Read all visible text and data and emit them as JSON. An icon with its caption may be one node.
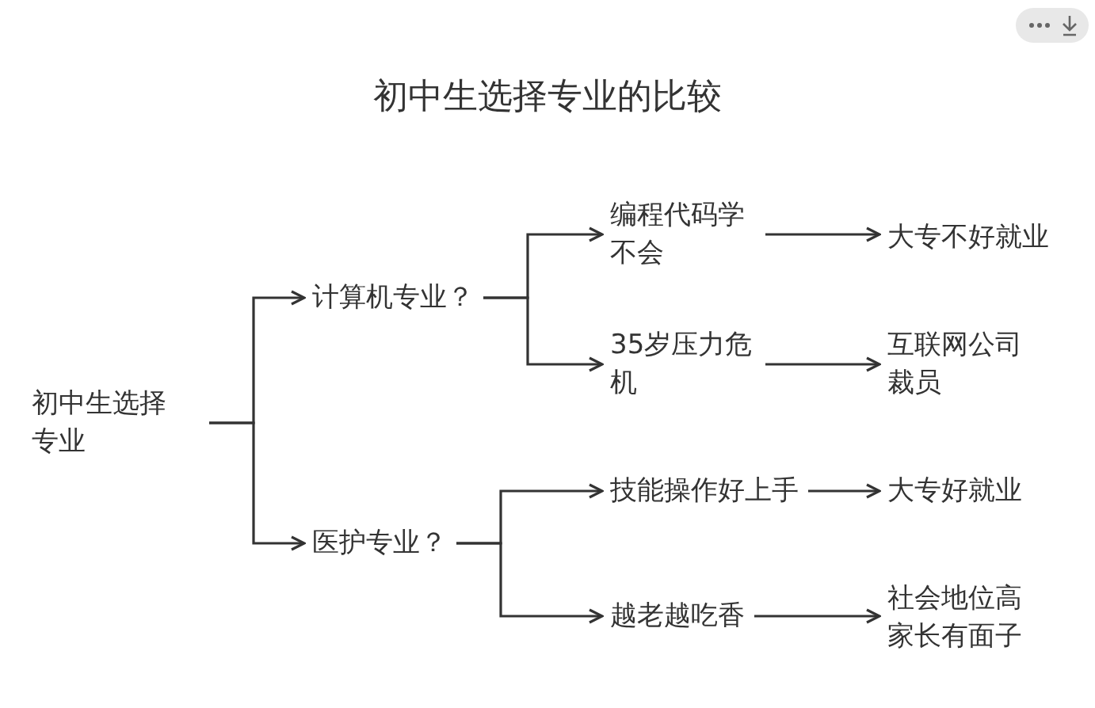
{
  "diagram": {
    "title": "初中生选择专业的比较",
    "nodes": [
      {
        "text": [
          "初中生选择专业"
        ]
      },
      {
        "text": [
          "计算机专业？"
        ]
      },
      {
        "text": [
          "医护专业？"
        ]
      },
      {
        "text": [
          "编程代码学不会"
        ]
      },
      {
        "text": [
          "35岁压力危机"
        ]
      },
      {
        "text": [
          "技能操作好上手"
        ]
      },
      {
        "text": [
          "越老越吃香"
        ]
      },
      {
        "text": [
          "大专不好就业"
        ]
      },
      {
        "text": [
          "互联网公司裁员"
        ]
      },
      {
        "text": [
          "大专好就业"
        ]
      },
      {
        "text": [
          "社会地位高家长有面子"
        ]
      }
    ],
    "edges": [
      {
        "from": 0,
        "to": 1,
        "arrow": "to"
      },
      {
        "from": 0,
        "to": 2,
        "arrow": "to"
      },
      {
        "from": 1,
        "to": 3,
        "arrow": "to"
      },
      {
        "from": 1,
        "to": 4,
        "arrow": "to"
      },
      {
        "from": 2,
        "to": 5,
        "arrow": "to"
      },
      {
        "from": 2,
        "to": 6,
        "arrow": "to"
      },
      {
        "from": 3,
        "to": 7,
        "arrow": "to"
      },
      {
        "from": 4,
        "to": 8,
        "arrow": "to"
      },
      {
        "from": 5,
        "to": 9,
        "arrow": "to"
      },
      {
        "from": 6,
        "to": 10,
        "arrow": "to"
      }
    ]
  }
}
